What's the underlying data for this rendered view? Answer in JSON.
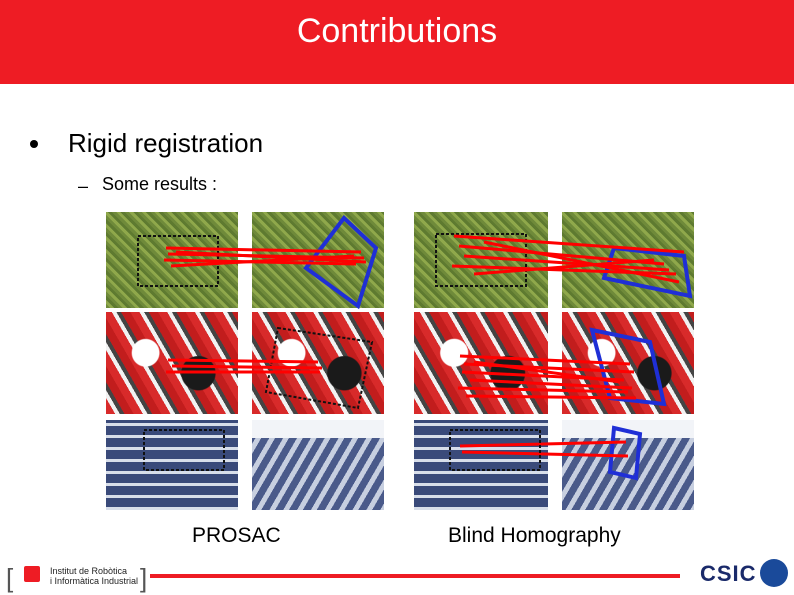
{
  "header": {
    "title": "Contributions"
  },
  "content": {
    "bullet": "Rigid registration",
    "sub_dash": "–",
    "sub_bullet": "Some results :"
  },
  "captions": {
    "left": "PROSAC",
    "right": "Blind Homography"
  },
  "footer": {
    "institute_line1": "Institut de Robòtica",
    "institute_line2": "i Informàtica Industrial",
    "csic": "CSIC"
  },
  "colors": {
    "header": "#ee1c24",
    "match_lines": "#ff0000",
    "detected_box": "#1f2fd6",
    "accent": "#ee1c24"
  }
}
